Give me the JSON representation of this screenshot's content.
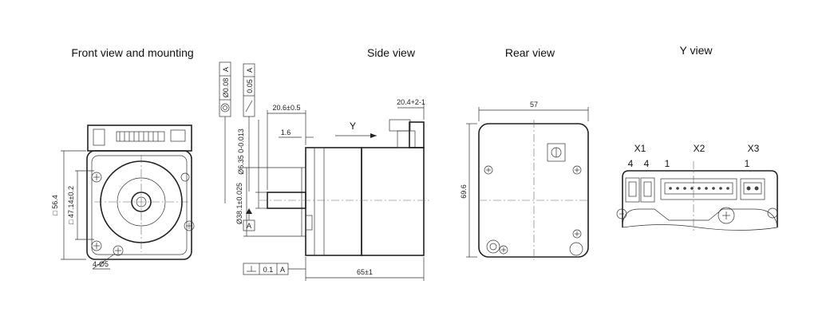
{
  "views": {
    "front_title": "Front view and mounting",
    "side_title": "Side view",
    "rear_title": "Rear view",
    "y_title": "Y view"
  },
  "front_dims": {
    "square_outer": "□ 56.4",
    "square_bolt": "□ 47.14±0.2",
    "holes": "4-Ø5"
  },
  "side_dims": {
    "coaxiality_value": "Ø0.08",
    "coaxiality_datum": "A",
    "runout_value": "0.05",
    "runout_datum": "A",
    "flange_thickness": "20.6±0.5",
    "connector_offset": "20.4+2-1",
    "step": "1.6",
    "view_arrow": "Y",
    "shaft_dia": "Ø6.35 0-0.013",
    "pilot_dia": "Ø38.1±0.025",
    "datum_label": "A",
    "perpendicularity_value": "0.1",
    "perpendicularity_datum": "A",
    "body_length": "65±1"
  },
  "rear_dims": {
    "width": "57",
    "height": "69.6"
  },
  "y_view": {
    "x1": "X1",
    "x2": "X2",
    "x3": "X3",
    "x1_pin_a": "4",
    "x1_pin_b": "4",
    "x2_pin": "1",
    "x3_pin": "1"
  }
}
